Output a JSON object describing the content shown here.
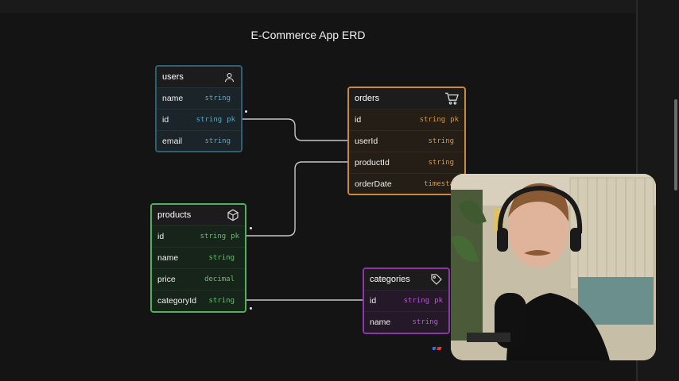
{
  "diagram": {
    "title": "E-Commerce App ERD",
    "entities": {
      "users": {
        "name": "users",
        "icon": "user-icon",
        "color": "#2f5f72",
        "fields": [
          {
            "name": "name",
            "type": "string",
            "pk": ""
          },
          {
            "name": "id",
            "type": "string",
            "pk": "pk"
          },
          {
            "name": "email",
            "type": "string",
            "pk": ""
          }
        ]
      },
      "orders": {
        "name": "orders",
        "icon": "cart-icon",
        "color": "#c98a3c",
        "fields": [
          {
            "name": "id",
            "type": "string",
            "pk": "pk"
          },
          {
            "name": "userId",
            "type": "string",
            "pk": ""
          },
          {
            "name": "productId",
            "type": "string",
            "pk": ""
          },
          {
            "name": "orderDate",
            "type": "timesta",
            "pk": ""
          }
        ]
      },
      "products": {
        "name": "products",
        "icon": "box-icon",
        "color": "#4fb15b",
        "fields": [
          {
            "name": "id",
            "type": "string",
            "pk": "pk"
          },
          {
            "name": "name",
            "type": "string",
            "pk": ""
          },
          {
            "name": "price",
            "type": "decimal",
            "pk": ""
          },
          {
            "name": "categoryId",
            "type": "string",
            "pk": ""
          }
        ]
      },
      "categories": {
        "name": "categories",
        "icon": "tag-icon",
        "color": "#8e36a8",
        "fields": [
          {
            "name": "id",
            "type": "string",
            "pk": "pk"
          },
          {
            "name": "name",
            "type": "string",
            "pk": ""
          }
        ]
      }
    },
    "relationships": [
      {
        "from": "users.id",
        "to": "orders.userId"
      },
      {
        "from": "products.id",
        "to": "orders.productId"
      },
      {
        "from": "products.categoryId",
        "to": "categories.id"
      }
    ]
  },
  "overlay": {
    "webcam_icon": "presenter-webcam"
  }
}
